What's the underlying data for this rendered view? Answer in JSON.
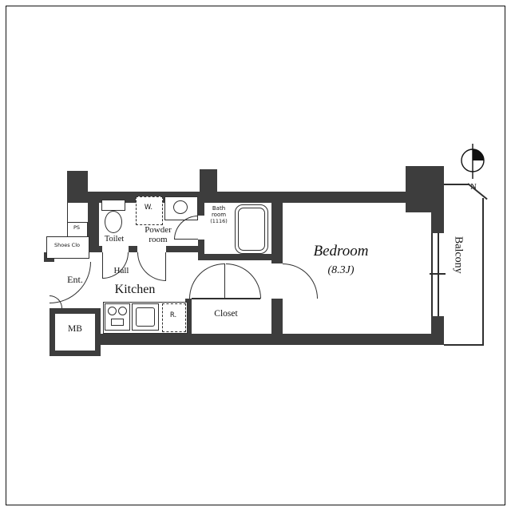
{
  "colors": {
    "wall": "#3d3d3d",
    "line": "#2f2f2f",
    "text": "#141414",
    "background": "#ffffff"
  },
  "compass": {
    "label": "N"
  },
  "rooms": {
    "bedroom": {
      "name": "Bedroom",
      "size": "(8.3J)"
    },
    "balcony": {
      "name": "Balcony"
    },
    "kitchen": {
      "name": "Kitchen"
    },
    "hall": {
      "name": "Hall"
    },
    "toilet": {
      "name": "Toilet"
    },
    "powder_room": {
      "line1": "Powder",
      "line2": "room"
    },
    "bath_room": {
      "name": "Bath room",
      "size": "(1116)"
    },
    "closet": {
      "name": "Closet"
    },
    "entrance": {
      "name": "Ent."
    },
    "meter_box": {
      "name": "MB"
    },
    "shoes_closet": {
      "name": "Shoes Clo"
    },
    "pipe_space": {
      "name": "PS"
    }
  },
  "fixtures": {
    "washing_machine": {
      "label": "W."
    },
    "refrigerator": {
      "label": "R."
    }
  }
}
